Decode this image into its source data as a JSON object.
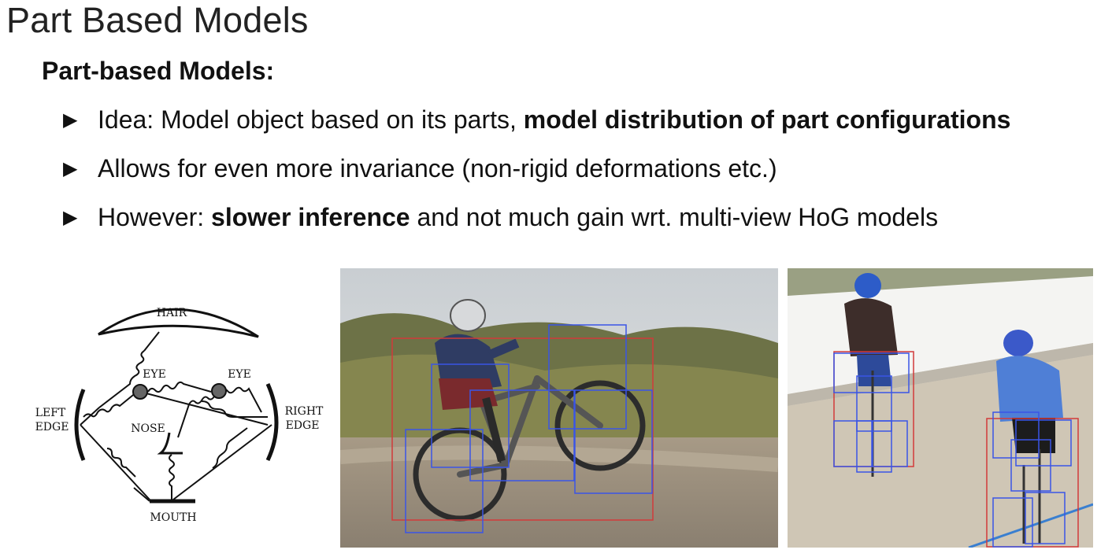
{
  "slide": {
    "title": "Part Based Models",
    "subtitle": "Part-based Models:",
    "bullets": [
      {
        "pre": "Idea: Model object based on its parts, ",
        "bold": "model distribution of part configurations",
        "post": ""
      },
      {
        "pre": "Allows for even more invariance (non-rigid deformations etc.)",
        "bold": "",
        "post": ""
      },
      {
        "pre": "However: ",
        "bold": "slower inference",
        "post": " and not much gain wrt. multi-view HoG models"
      }
    ],
    "bullet_icon": "right-triangle-icon"
  },
  "diagram": {
    "labels": {
      "hair": "HAIR",
      "eye_left": "EYE",
      "eye_right": "EYE",
      "left_edge_1": "LEFT",
      "left_edge_2": "EDGE",
      "right_edge_1": "RIGHT",
      "right_edge_2": "EDGE",
      "nose": "NOSE",
      "mouth": "MOUTH"
    }
  },
  "colors": {
    "root_box": "#d23a3a",
    "part_box": "#3a55e6"
  }
}
